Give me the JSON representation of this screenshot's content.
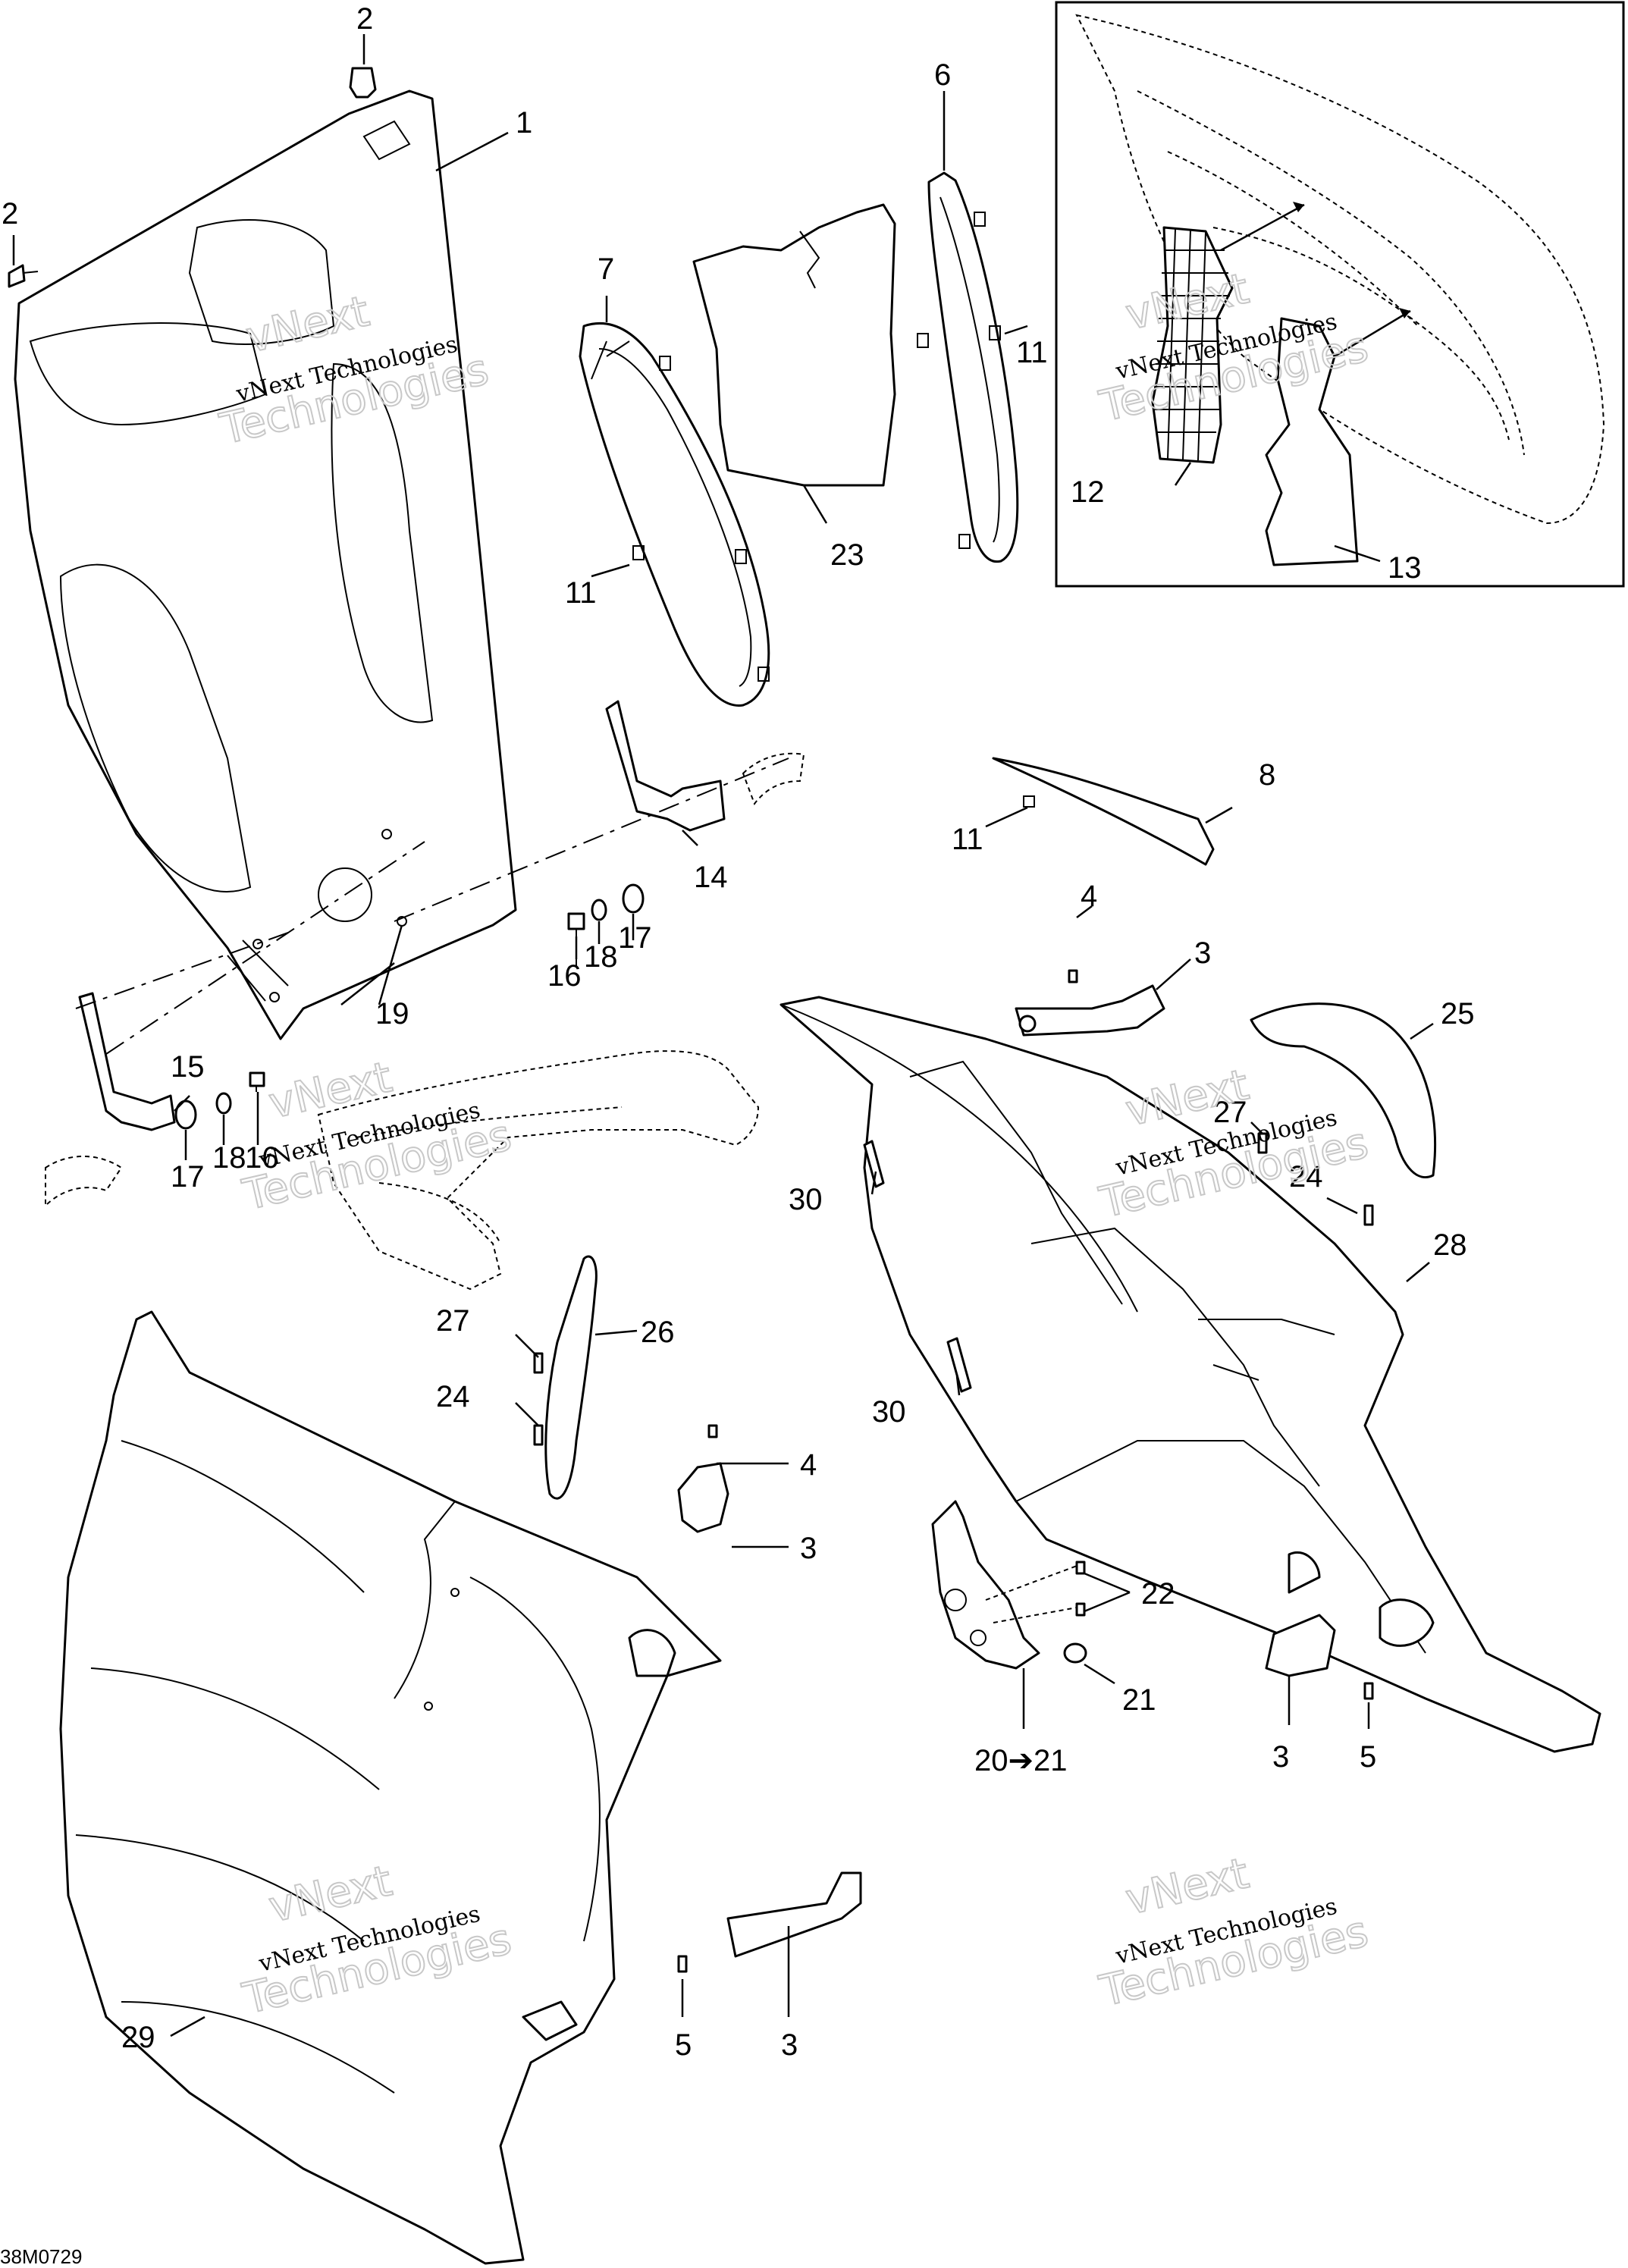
{
  "callouts": {
    "c1": "1",
    "c2a": "2",
    "c2b": "2",
    "c3a": "3",
    "c3b": "3",
    "c3c": "3",
    "c3d": "3",
    "c4a": "4",
    "c4b": "4",
    "c5a": "5",
    "c5b": "5",
    "c6": "6",
    "c7": "7",
    "c8": "8",
    "c11a": "11",
    "c11b": "11",
    "c11c": "11",
    "c12": "12",
    "c13": "13",
    "c14": "14",
    "c15": "15",
    "c16a": "16",
    "c16b": "16",
    "c17a": "17",
    "c17b": "17",
    "c18a": "18",
    "c18b": "18",
    "c19": "19",
    "c20": "20➔21",
    "c21": "21",
    "c22": "22",
    "c23": "23",
    "c24a": "24",
    "c24b": "24",
    "c25": "25",
    "c26": "26",
    "c27a": "27",
    "c27b": "27",
    "c28": "28",
    "c29": "29",
    "c30a": "30",
    "c30b": "30"
  },
  "watermark": {
    "line1": "vNext Technologies",
    "line2": "vNext",
    "line3": "Technologies"
  },
  "drawing_code": "38M0729"
}
